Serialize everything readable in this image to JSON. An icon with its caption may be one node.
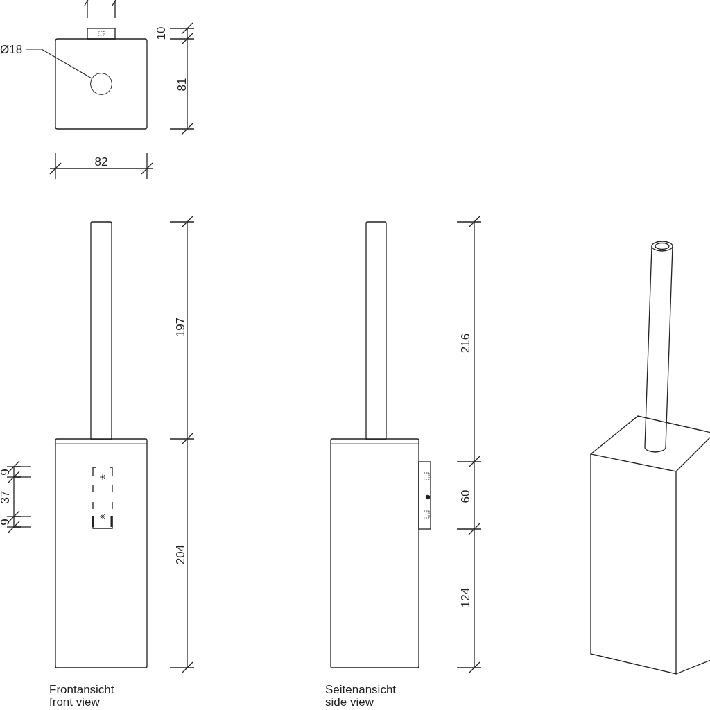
{
  "diagram": {
    "nodes": [
      {
        "text": [
          "Ø18"
        ]
      },
      {
        "text": [],
        "shape": "circle"
      }
    ],
    "edges": [
      {
        "from": 0,
        "to": 1,
        "arrow": "none"
      }
    ],
    "labels": [
      "10",
      "81",
      "82",
      "197",
      "9",
      "37",
      "9",
      "204",
      "216",
      "60",
      "124",
      "Frontansicht",
      "front view",
      "Seitenansicht",
      "side view"
    ]
  }
}
